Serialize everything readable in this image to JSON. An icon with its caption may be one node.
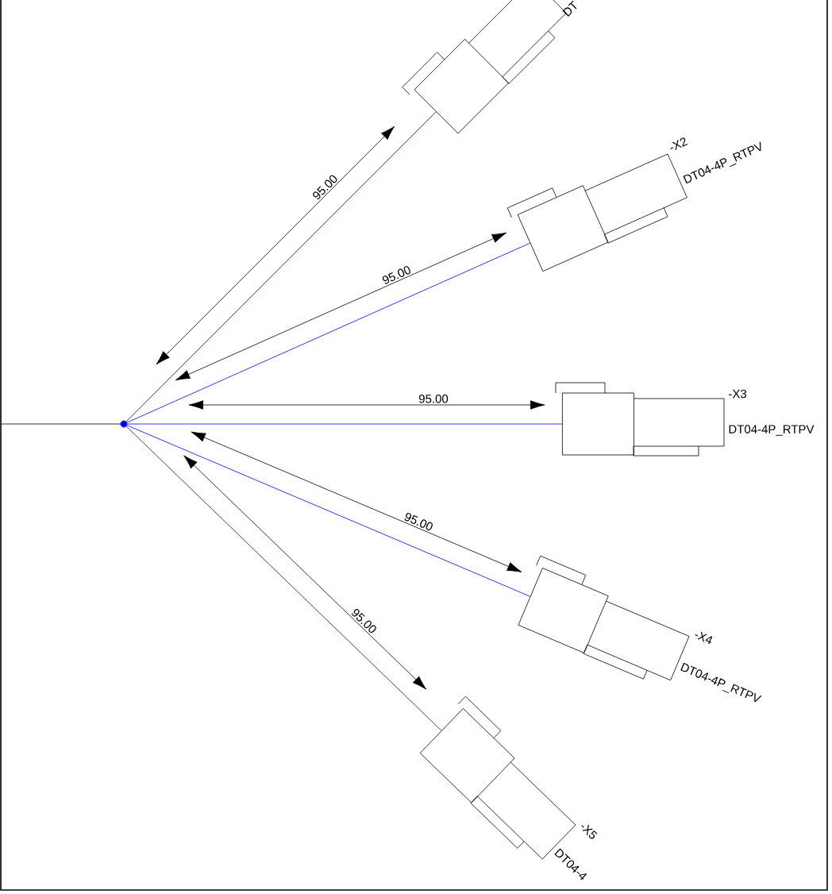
{
  "diagram": {
    "nodes": [
      {
        "text": [],
        "shape": "circle"
      },
      {
        "text": [
          "DT"
        ]
      },
      {
        "text": [
          "-X2",
          "DT04-4P_RTPV"
        ]
      },
      {
        "text": [
          "-X3",
          "DT04-4P_RTPV"
        ]
      },
      {
        "text": [
          "-X4",
          "DT04-4P_RTPV"
        ]
      },
      {
        "text": [
          "-X5",
          "DT04-4"
        ]
      }
    ],
    "edges": [
      {
        "from": 0,
        "to": 1,
        "arrow": "both",
        "label": "95.00"
      },
      {
        "from": 0,
        "to": 2,
        "arrow": "both",
        "label": "95.00"
      },
      {
        "from": 0,
        "to": 3,
        "arrow": "both",
        "label": "95.00"
      },
      {
        "from": 0,
        "to": 4,
        "arrow": "both",
        "label": "95.00"
      },
      {
        "from": 0,
        "to": 5,
        "arrow": "both",
        "label": "95.00"
      },
      {
        "from": 0,
        "to": 1,
        "arrow": "none",
        "color": "#0000ff"
      },
      {
        "from": 0,
        "to": 2,
        "arrow": "none",
        "color": "#0000ff"
      },
      {
        "from": 0,
        "to": 3,
        "arrow": "none",
        "color": "#0000ff"
      },
      {
        "from": 0,
        "to": 4,
        "arrow": "none",
        "color": "#0000ff"
      },
      {
        "from": 0,
        "to": 5,
        "arrow": "none",
        "color": "#0000ff"
      }
    ]
  }
}
